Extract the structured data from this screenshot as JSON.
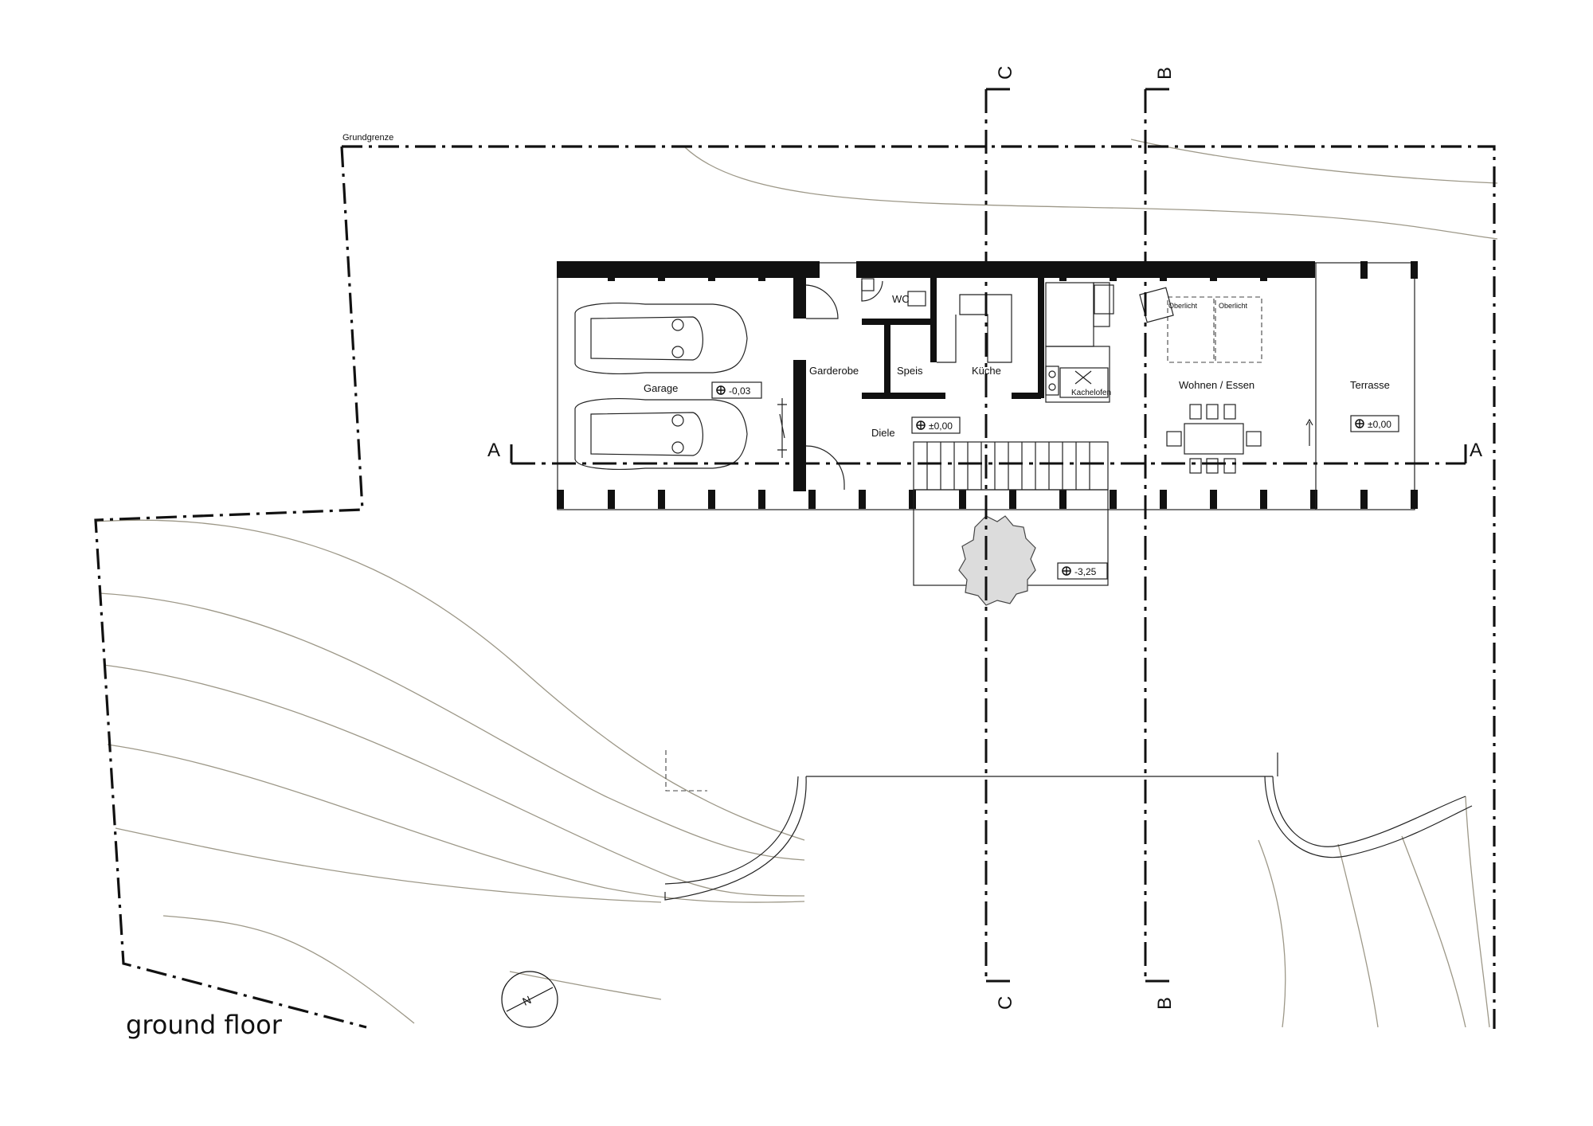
{
  "plan": {
    "title": "ground floor",
    "boundary_label": "Grundgrenze",
    "rooms": {
      "garage": "Garage",
      "garderobe": "Garderobe",
      "wc": "WC",
      "speis": "Speis",
      "kueche": "Küche",
      "diele": "Diele",
      "wohnen": "Wohnen / Essen",
      "terrasse": "Terrasse",
      "kachelofen": "Kachelofen",
      "oberlicht_1": "Oberlicht",
      "oberlicht_2": "Oberlicht"
    },
    "levels": {
      "garage": "-0,03",
      "diele": "±0,00",
      "terrasse": "±0,00",
      "outside": "-3,25"
    },
    "sections": {
      "a_left": "A",
      "a_right": "A",
      "b_top": "B",
      "b_bottom": "B",
      "c_top": "C",
      "c_bottom": "C"
    },
    "north": "N"
  }
}
